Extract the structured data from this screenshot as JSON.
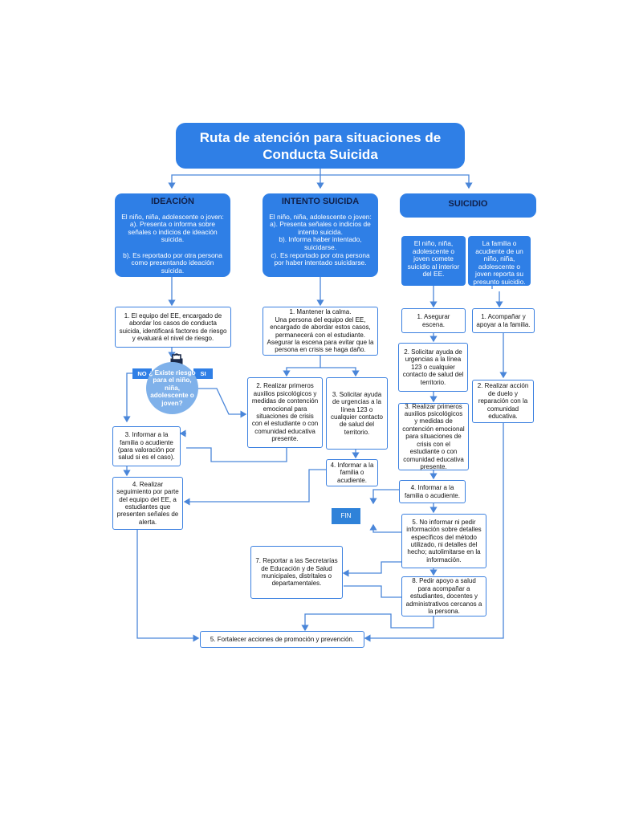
{
  "title": {
    "line1": "Ruta de atención para situaciones de",
    "line2": "Conducta Suicida"
  },
  "columns": {
    "ideacion": {
      "header": "IDEACIÓN",
      "body": "El niño, niña, adolescente o joven:\na). Presenta o informa sobre señales o indicios de ideación suicida.\n\nb). Es reportado por otra persona como presentando  ideación suicida."
    },
    "intento": {
      "header": "INTENTO SUICIDA",
      "body": "El niño, niña, adolescente o joven:\na). Presenta señales o indicios de intento suicida.\nb). Informa haber intentado, suicidarse.\nc). Es reportado por otra persona por haber intentado suicidarse."
    },
    "suicidio": {
      "header": "SUICIDIO",
      "sub_left": "El niño, niña, adolescente o joven comete suicidio al interior del EE.",
      "sub_right": "La familia o acudiente de un niño, niña, adolescente o joven reporta su presunto suicidio."
    }
  },
  "ideacion_steps": {
    "s1": "1. El equipo del EE, encargado de abordar los casos de conducta suicida, identificará factores de riesgo y evaluará el nivel de riesgo.",
    "question": "¿ Existe riesgo para el niño, niña, adolescente o joven?",
    "no": "NO",
    "si": "SI",
    "s3": "3. Informar a la familia o acudiente (para valoración por salud si es el caso).",
    "s4": "4. Realizar seguimiento por parte del equipo del EE, a estudiantes que presenten señales de alerta."
  },
  "intento_steps": {
    "s1": "1. Mantener la calma.\nUna persona del equipo del EE, encargado de abordar estos casos, permanecerá con el estudiante.\nAsegurar la escena para evitar que la persona en crisis se haga daño.",
    "s2": "2. Realizar primeros auxilios psicológicos y medidas de contención emocional para situaciones de crisis con el estudiante o con comunidad educativa presente.",
    "s3": "3. Solicitar ayuda de urgencias a la línea 123 o cualquier contacto de salud del territorio.",
    "s4": "4. Informar a la familia o acudiente."
  },
  "suicidio_left_steps": {
    "s1": "1. Asegurar escena.",
    "s2": "2. Solicitar ayuda de urgencias a la línea 123 o cualquier contacto de salud del territorio.",
    "s3": "3. Realizar primeros auxilios psicológicos y medidas de contención emocional para situaciones de crisis con el estudiante o con comunidad educativa presente.",
    "s4": "4. Informar a la familia o acudiente.",
    "s5": "5.  No informar ni pedir información sobre detalles específicos del método utilizado, ni detalles del hecho; autolimitarse en la información.",
    "s8": "8. Pedir apoyo a salud para acompañar a estudiantes, docentes y administrativos cercanos a la persona."
  },
  "suicidio_right_steps": {
    "s1": "1. Acompañar y apoyar a la familia.",
    "s2": "2. Realizar acción de duelo y reparación con la comunidad educativa."
  },
  "fin": "FIN",
  "step7": "7. Reportar a las Secretarías de Educación y de Salud municipales, distritales o departamentales.",
  "final_step": "5. Fortalecer  acciones de promoción y prevención.",
  "colors": {
    "primary": "#2f7fe6",
    "border": "#3b80e0",
    "decision": "#7fb1ea",
    "line": "#4a86d9"
  },
  "icons": [
    "clipboard-icon"
  ]
}
